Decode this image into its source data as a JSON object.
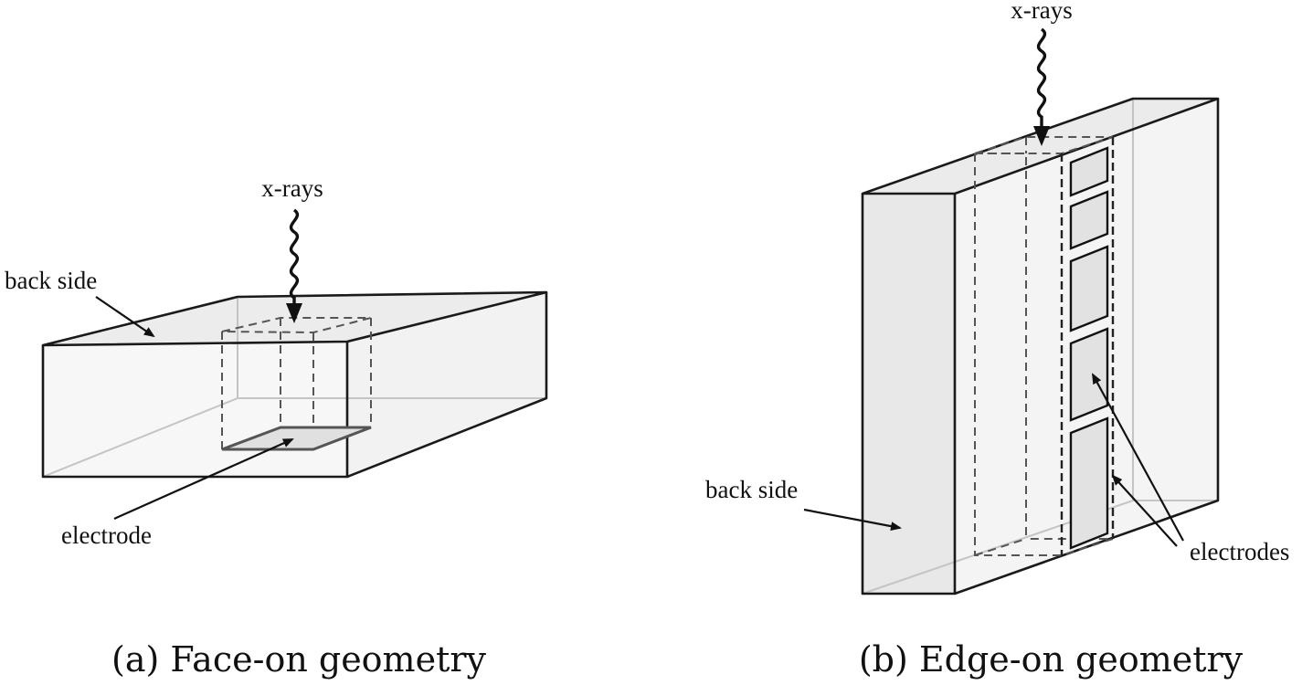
{
  "panel_a": {
    "xray_label": "x-rays",
    "back_side_label": "back side",
    "electrode_label": "electrode",
    "caption": "(a) Face-on geometry"
  },
  "panel_b": {
    "xray_label": "x-rays",
    "back_side_label": "back side",
    "electrodes_label": "electrodes",
    "caption": "(b) Edge-on geometry"
  },
  "colors": {
    "face_fill_top": "#ececec",
    "face_fill_side": "#f6f6f6",
    "electrode_fill": "#e2e2e2",
    "line": "#1a1a1a"
  }
}
